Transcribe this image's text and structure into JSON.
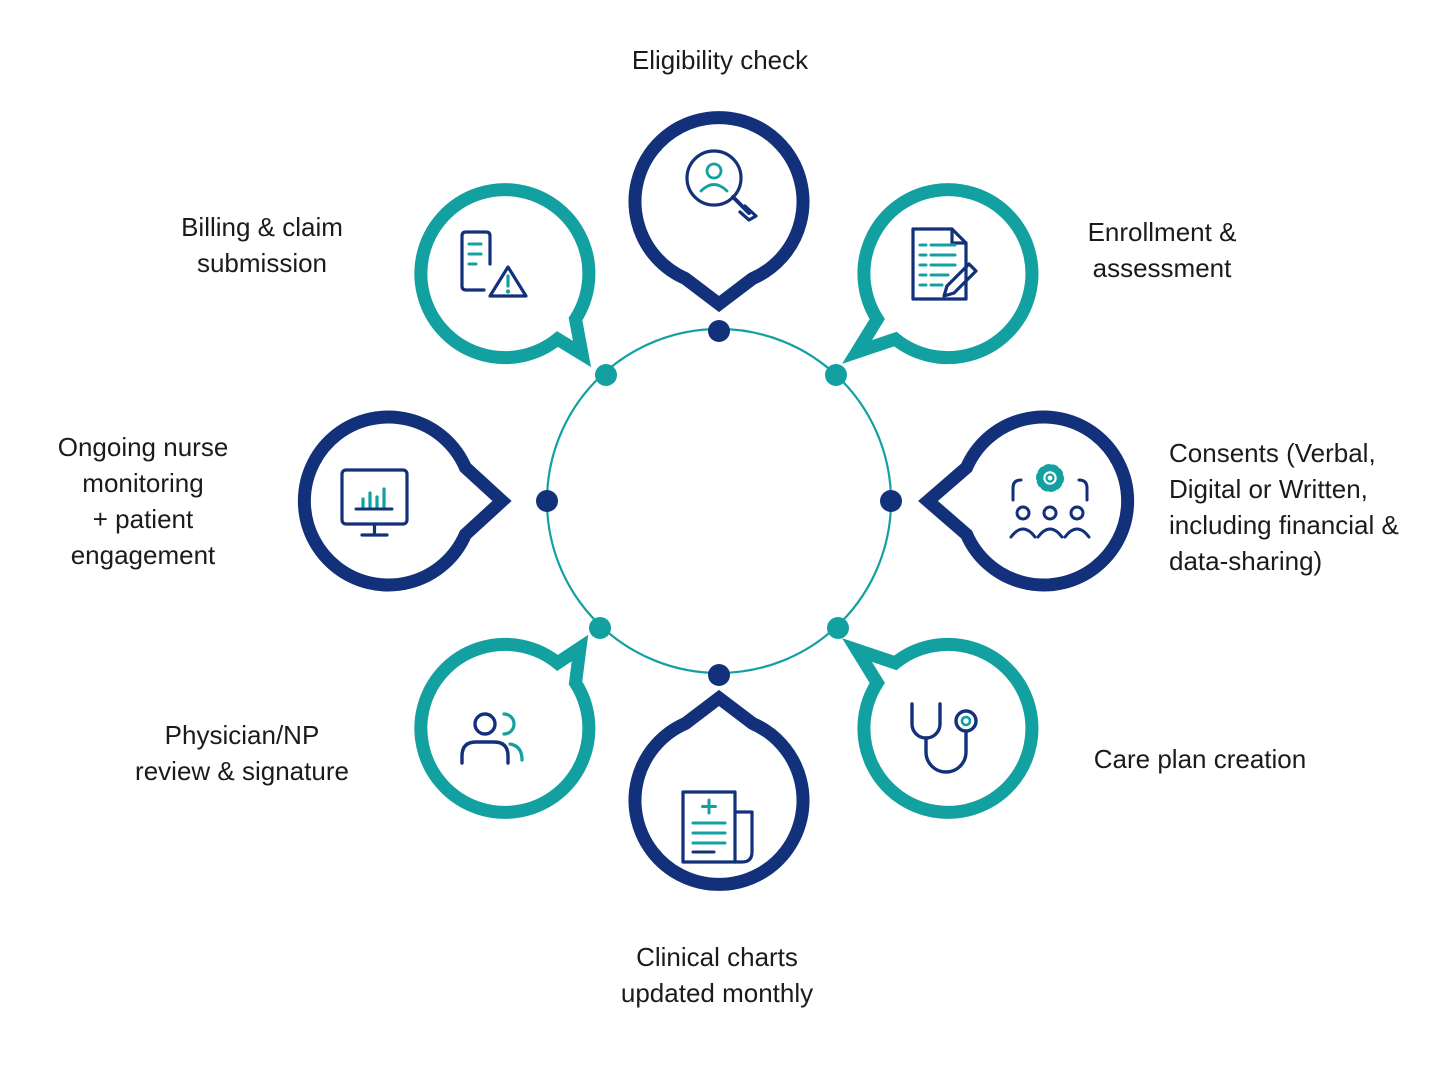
{
  "colors": {
    "navy": "#13307a",
    "teal": "#13a0a1",
    "text": "#1b1b1f"
  },
  "steps": [
    {
      "id": "eligibility",
      "color": "navy",
      "icon": "magnifier-person-icon",
      "lines": [
        "Eligibility check"
      ]
    },
    {
      "id": "enrollment",
      "color": "teal",
      "icon": "document-pencil-icon",
      "lines": [
        "Enrollment &",
        "assessment"
      ]
    },
    {
      "id": "consents",
      "color": "navy",
      "icon": "group-gear-icon",
      "lines": [
        "Consents (Verbal,",
        "Digital or Written,",
        "including financial &",
        "data-sharing)"
      ]
    },
    {
      "id": "careplan",
      "color": "teal",
      "icon": "stethoscope-icon",
      "lines": [
        "Care plan creation"
      ]
    },
    {
      "id": "charts",
      "color": "navy",
      "icon": "medical-chart-icon",
      "lines": [
        "Clinical charts",
        "updated monthly"
      ]
    },
    {
      "id": "physician",
      "color": "teal",
      "icon": "two-people-icon",
      "lines": [
        "Physician/NP",
        "review & signature"
      ]
    },
    {
      "id": "monitoring",
      "color": "navy",
      "icon": "monitor-chart-icon",
      "lines": [
        "Ongoing nurse",
        "monitoring",
        "+ patient",
        "engagement"
      ]
    },
    {
      "id": "billing",
      "color": "teal",
      "icon": "document-warning-icon",
      "lines": [
        "Billing & claim",
        "submission"
      ]
    }
  ]
}
